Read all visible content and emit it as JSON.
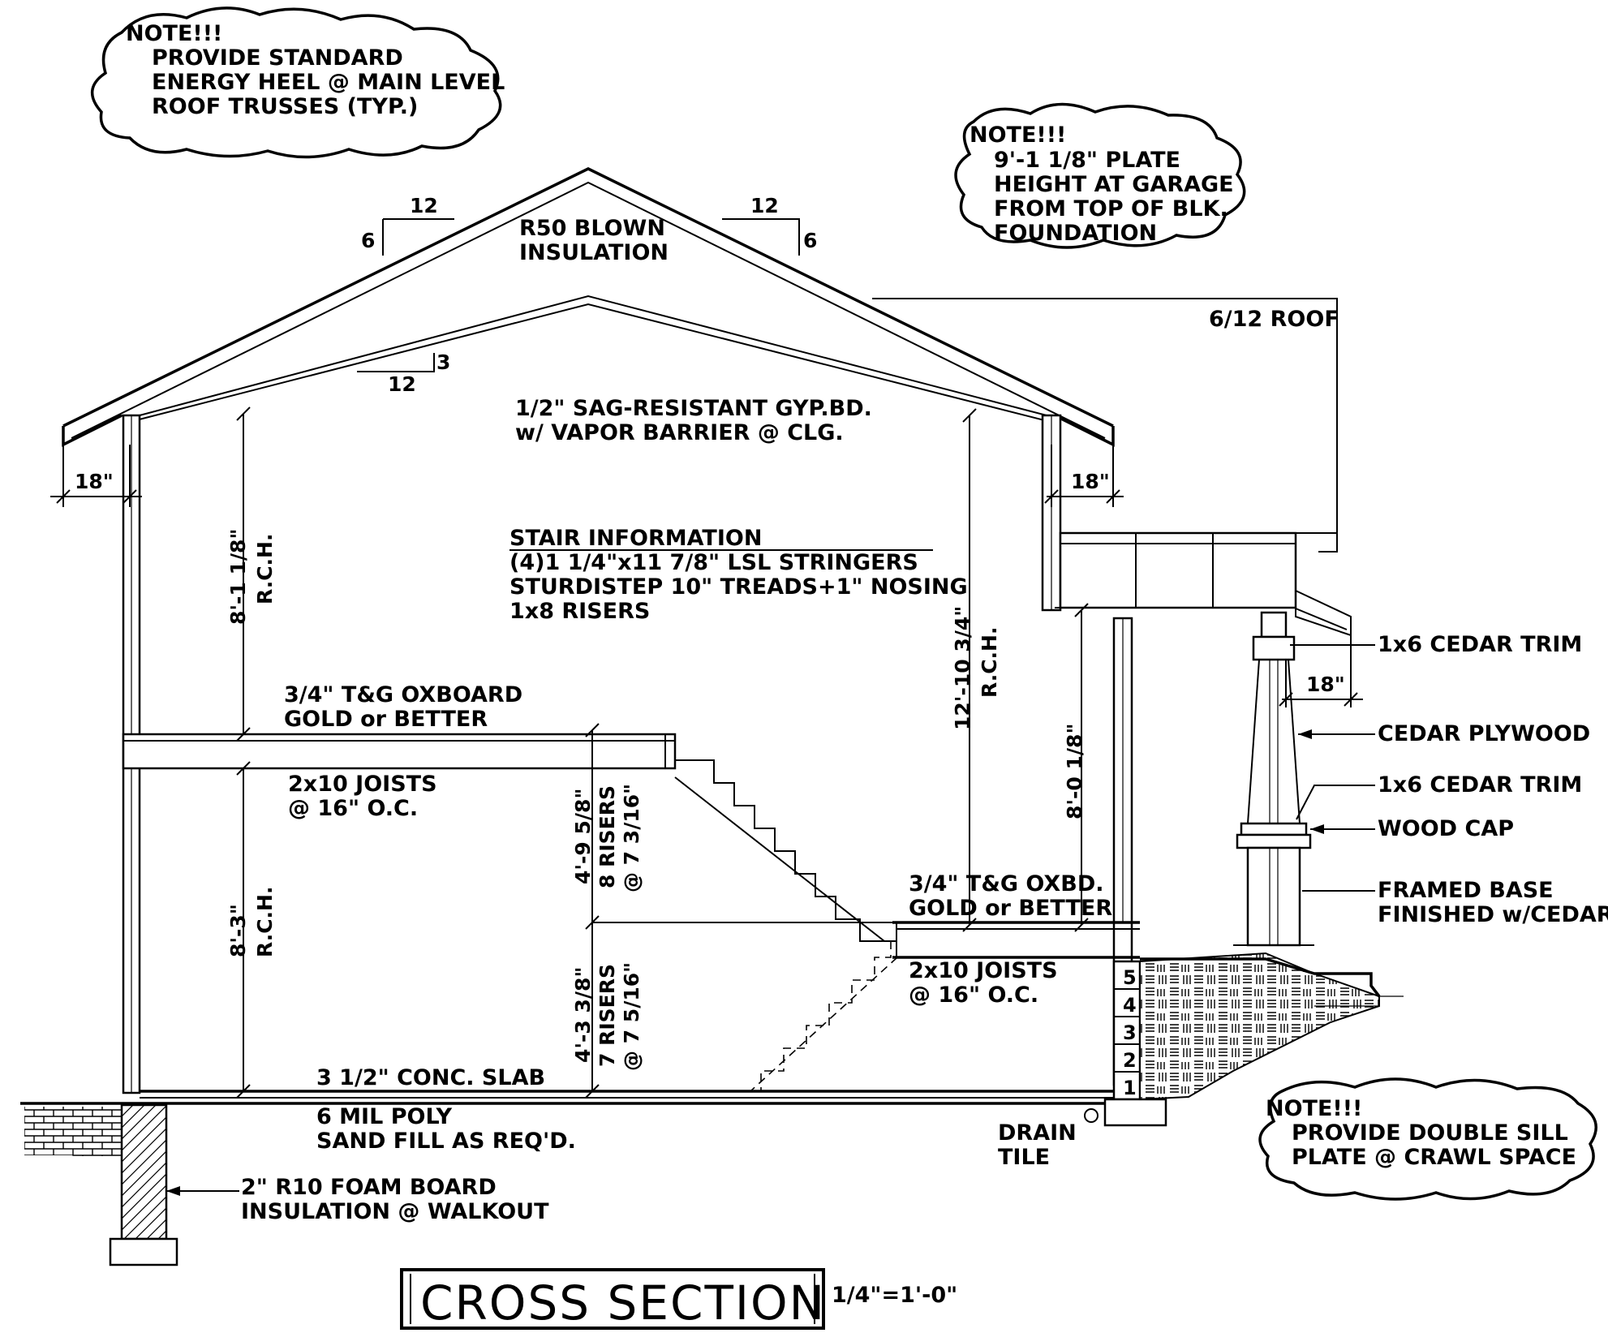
{
  "notes": {
    "energy_heel": {
      "title": "NOTE!!!",
      "lines": [
        "PROVIDE STANDARD",
        "ENERGY HEEL @ MAIN LEVEL",
        "ROOF TRUSSES (TYP.)"
      ]
    },
    "garage_plate": {
      "title": "NOTE!!!",
      "lines": [
        "9'-1 1/8\" PLATE",
        "HEIGHT AT GARAGE",
        "FROM TOP OF BLK.",
        "FOUNDATION"
      ]
    },
    "double_sill": {
      "title": "NOTE!!!",
      "lines": [
        "PROVIDE DOUBLE SILL",
        "PLATE @ CRAWL SPACE"
      ]
    }
  },
  "pitch_marks": {
    "run_left": "12",
    "rise_left": "6",
    "run_right": "12",
    "rise_right": "6",
    "ceiling_rise": "3",
    "ceiling_run": "12"
  },
  "labels": {
    "insulation": [
      "R50 BLOWN",
      "INSULATION"
    ],
    "roof_pitch": "6/12 ROOF",
    "ceiling": [
      "1/2\" SAG-RESISTANT GYP.BD.",
      "w/ VAPOR BARRIER @ CLG."
    ],
    "stair_title": "STAIR INFORMATION",
    "stair_lines": [
      "(4)1 1/4\"x11 7/8\" LSL STRINGERS",
      "STURDISTEP 10\" TREADS+1\" NOSING",
      "1x8 RISERS"
    ],
    "floor_main": [
      "3/4\" T&G OXBOARD",
      "GOLD or BETTER"
    ],
    "joists_main": [
      "2x10 JOISTS",
      "@ 16\" O.C."
    ],
    "floor_garage": [
      "3/4\" T&G OXBD.",
      "GOLD or BETTER"
    ],
    "joists_garage": [
      "2x10 JOISTS",
      "@ 16\" O.C."
    ],
    "slab": "3 1/2\" CONC. SLAB",
    "poly": [
      "6 MIL POLY",
      "SAND FILL AS REQ'D."
    ],
    "foam": [
      "2\" R10 FOAM BOARD",
      "INSULATION @ WALKOUT"
    ],
    "drain": [
      "DRAIN",
      "TILE"
    ],
    "trim_top": "1x6 CEDAR TRIM",
    "plywood": "CEDAR PLYWOOD",
    "trim_mid": "1x6 CEDAR TRIM",
    "cap": "WOOD CAP",
    "base": [
      "FRAMED BASE",
      "FINISHED w/CEDAR"
    ],
    "block_courses": [
      "5",
      "4",
      "3",
      "2",
      "1"
    ]
  },
  "dimensions": {
    "overhang_left": "18\"",
    "overhang_right": "18\"",
    "overhang_porch": "18\"",
    "upper_height": "8'-1 1/8\"",
    "upper_rch": "R.C.H.",
    "lower_height": "8'-3\"",
    "lower_rch": "R.C.H.",
    "garage_height": "12'-10 3/4\"",
    "garage_rch": "R.C.H.",
    "porch_height": "8'-0 1/8\"",
    "stair_upper": "4'-9 5/8\"",
    "stair_upper_risers": "8 RISERS",
    "stair_upper_rise": "@ 7 3/16\"",
    "stair_lower": "4'-3 3/8\"",
    "stair_lower_risers": "7 RISERS",
    "stair_lower_rise": "@ 7 5/16\""
  },
  "title_block": {
    "title": "CROSS SECTION",
    "scale": "1/4\"=1'-0\""
  }
}
